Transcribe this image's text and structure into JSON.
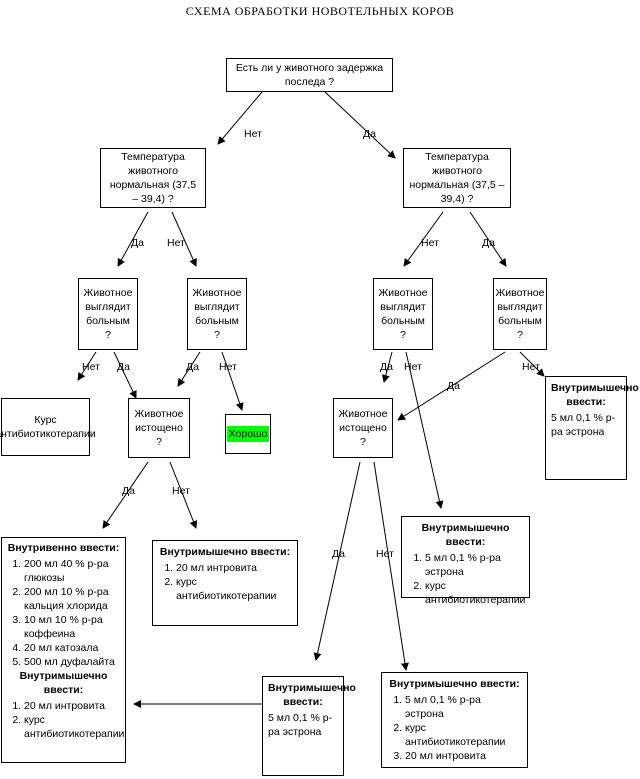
{
  "title": "СХЕМА ОБРАБОТКИ НОВОТЕЛЬНЫХ КОРОВ",
  "nodes": {
    "q_placenta": "Есть ли у животного задержка последа ?",
    "temp_left": "Температура животного нормальная (37,5 – 39,4) ?",
    "temp_right": "Температура животного нормальная (37,5 – 39,4) ?",
    "sick_1": "Животное выглядит больным ?",
    "sick_2": "Животное выглядит больным ?",
    "sick_3": "Животное выглядит больным ?",
    "sick_4": "Животное выглядит больным ?",
    "course_antibiotic": "Курс антибиотикотерапии",
    "exhausted_left": "Животное истощено ?",
    "good": "Хорошо",
    "exhausted_right": "Животное истощено ?"
  },
  "labels": {
    "no": "Нет",
    "yes": "Да"
  },
  "boxes": {
    "im_estrone_top": {
      "header": "Внутримышечно ввести:",
      "text": "5 мл 0,1 % р-ра эстрона"
    },
    "iv_block": {
      "header": "Внутривенно ввести:",
      "items": [
        "200 мл 40 % р-ра глюкозы",
        "200 мл 10 % р-ра кальция хлорида",
        "10 мл 10 % р-ра коффеина",
        "20 мл катозала",
        "500 мл дуфалайта"
      ],
      "header2": "Внутримышечно ввести:",
      "items2": [
        "20 мл интровита",
        "курс антибиотикотерапии"
      ]
    },
    "im_introvit": {
      "header": "Внутримышечно ввести:",
      "items": [
        "20 мл интровита",
        "курс антибиотикотерапии"
      ]
    },
    "im_estrone_course": {
      "header": "Внутримышечно ввести:",
      "items": [
        "5 мл 0,1 % р-ра эстрона",
        "курс антибиотикотерапии"
      ]
    },
    "im_estrone_bottom": {
      "header": "Внутримышечно ввести:",
      "text": "5 мл 0,1 % р-ра эстрона"
    },
    "im_full": {
      "header": "Внутримышечно ввести:",
      "items": [
        "5 мл 0,1 % р-ра эстрона",
        "курс антибиотикотерапии",
        "20 мл интровита"
      ]
    }
  }
}
